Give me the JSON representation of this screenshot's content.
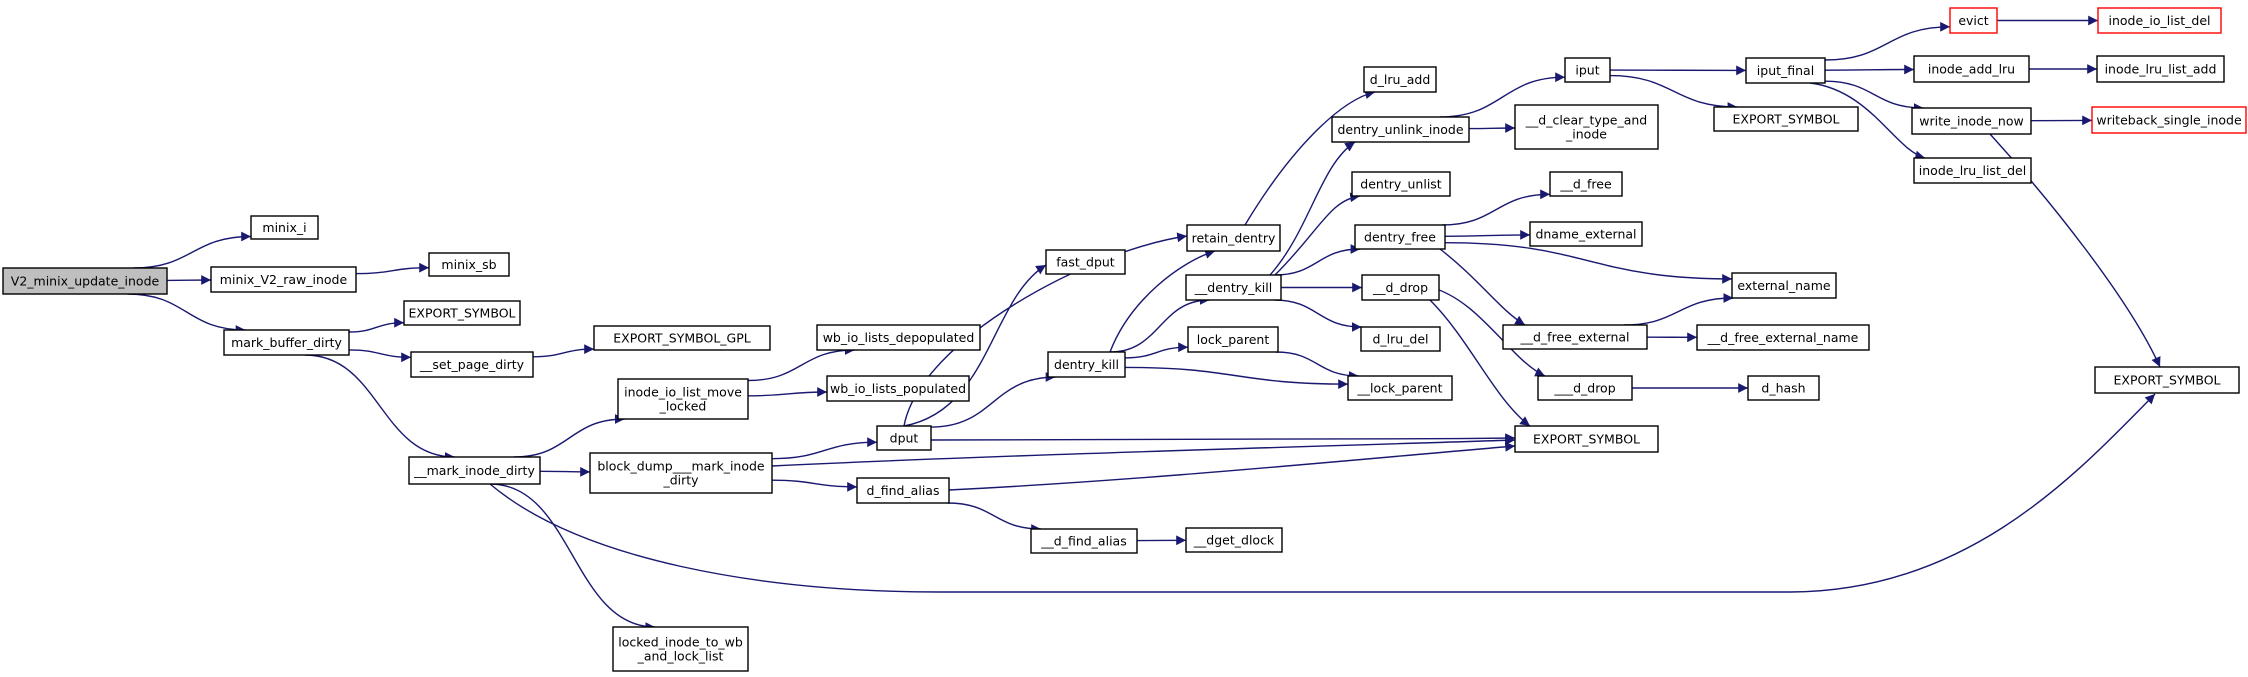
{
  "colors": {
    "edge": "#191970",
    "node_border": "#000000",
    "node_fill": "#ffffff",
    "root_fill": "#bfbfbf",
    "truncated_border": "#ff0000"
  },
  "nodes": [
    {
      "id": "v2",
      "lines": [
        "V2_minix_update_inode"
      ],
      "style": "root"
    },
    {
      "id": "minix_i",
      "lines": [
        "minix_i"
      ]
    },
    {
      "id": "minix_v2_raw",
      "lines": [
        "minix_V2_raw_inode"
      ]
    },
    {
      "id": "minix_sb",
      "lines": [
        "minix_sb"
      ]
    },
    {
      "id": "mark_buffer_dirty",
      "lines": [
        "mark_buffer_dirty"
      ]
    },
    {
      "id": "es_a",
      "lines": [
        "EXPORT_SYMBOL"
      ]
    },
    {
      "id": "set_page_dirty",
      "lines": [
        "__set_page_dirty"
      ]
    },
    {
      "id": "es_gpl",
      "lines": [
        "EXPORT_SYMBOL_GPL"
      ]
    },
    {
      "id": "mark_inode_dirty",
      "lines": [
        "__mark_inode_dirty"
      ]
    },
    {
      "id": "inode_io_list_move",
      "lines": [
        "inode_io_list_move",
        "_locked"
      ]
    },
    {
      "id": "wb_depop",
      "lines": [
        "wb_io_lists_depopulated"
      ]
    },
    {
      "id": "wb_pop",
      "lines": [
        "wb_io_lists_populated"
      ]
    },
    {
      "id": "block_dump",
      "lines": [
        "block_dump___mark_inode",
        "_dirty"
      ]
    },
    {
      "id": "locked_inode",
      "lines": [
        "locked_inode_to_wb",
        "_and_lock_list"
      ]
    },
    {
      "id": "dput",
      "lines": [
        "dput"
      ]
    },
    {
      "id": "fast_dput",
      "lines": [
        "fast_dput"
      ]
    },
    {
      "id": "dentry_kill",
      "lines": [
        "dentry_kill"
      ]
    },
    {
      "id": "d_find_alias",
      "lines": [
        "d_find_alias"
      ]
    },
    {
      "id": "__d_find_alias",
      "lines": [
        "__d_find_alias"
      ]
    },
    {
      "id": "dget_dlock",
      "lines": [
        "__dget_dlock"
      ]
    },
    {
      "id": "retain_dentry",
      "lines": [
        "retain_dentry"
      ]
    },
    {
      "id": "__dentry_kill",
      "lines": [
        "__dentry_kill"
      ]
    },
    {
      "id": "lock_parent",
      "lines": [
        "lock_parent"
      ]
    },
    {
      "id": "__lock_parent",
      "lines": [
        "__lock_parent"
      ]
    },
    {
      "id": "d_lru_add",
      "lines": [
        "d_lru_add"
      ]
    },
    {
      "id": "dentry_unlink_inode",
      "lines": [
        "dentry_unlink_inode"
      ]
    },
    {
      "id": "d_clear_type",
      "lines": [
        "__d_clear_type_and",
        "_inode"
      ]
    },
    {
      "id": "dentry_unlist",
      "lines": [
        "dentry_unlist"
      ]
    },
    {
      "id": "dentry_free",
      "lines": [
        "dentry_free"
      ]
    },
    {
      "id": "__d_drop",
      "lines": [
        "__d_drop"
      ]
    },
    {
      "id": "d_lru_del",
      "lines": [
        "d_lru_del"
      ]
    },
    {
      "id": "___d_drop",
      "lines": [
        "___d_drop"
      ]
    },
    {
      "id": "es_b",
      "lines": [
        "EXPORT_SYMBOL"
      ]
    },
    {
      "id": "__d_free",
      "lines": [
        "__d_free"
      ]
    },
    {
      "id": "dname_external",
      "lines": [
        "dname_external"
      ]
    },
    {
      "id": "external_name",
      "lines": [
        "external_name"
      ]
    },
    {
      "id": "__d_free_external",
      "lines": [
        "__d_free_external"
      ]
    },
    {
      "id": "__d_free_external_name",
      "lines": [
        "__d_free_external_name"
      ]
    },
    {
      "id": "d_hash",
      "lines": [
        "d_hash"
      ]
    },
    {
      "id": "iput",
      "lines": [
        "iput"
      ]
    },
    {
      "id": "iput_final",
      "lines": [
        "iput_final"
      ]
    },
    {
      "id": "es_c",
      "lines": [
        "EXPORT_SYMBOL"
      ]
    },
    {
      "id": "evict",
      "lines": [
        "evict"
      ],
      "style": "truncated"
    },
    {
      "id": "inode_io_list_del",
      "lines": [
        "inode_io_list_del"
      ],
      "style": "truncated"
    },
    {
      "id": "inode_add_lru",
      "lines": [
        "inode_add_lru"
      ]
    },
    {
      "id": "inode_lru_list_add",
      "lines": [
        "inode_lru_list_add"
      ]
    },
    {
      "id": "write_inode_now",
      "lines": [
        "write_inode_now"
      ]
    },
    {
      "id": "writeback_single_inode",
      "lines": [
        "writeback_single_inode"
      ],
      "style": "truncated"
    },
    {
      "id": "inode_lru_list_del",
      "lines": [
        "inode_lru_list_del"
      ]
    },
    {
      "id": "es_d",
      "lines": [
        "EXPORT_SYMBOL"
      ]
    }
  ],
  "edges": [
    [
      "v2",
      "minix_i"
    ],
    [
      "v2",
      "minix_v2_raw"
    ],
    [
      "v2",
      "mark_buffer_dirty"
    ],
    [
      "minix_v2_raw",
      "minix_sb"
    ],
    [
      "mark_buffer_dirty",
      "es_a"
    ],
    [
      "mark_buffer_dirty",
      "set_page_dirty"
    ],
    [
      "mark_buffer_dirty",
      "mark_inode_dirty"
    ],
    [
      "set_page_dirty",
      "es_gpl"
    ],
    [
      "mark_inode_dirty",
      "inode_io_list_move"
    ],
    [
      "mark_inode_dirty",
      "block_dump"
    ],
    [
      "mark_inode_dirty",
      "locked_inode"
    ],
    [
      "mark_inode_dirty",
      "es_d"
    ],
    [
      "inode_io_list_move",
      "wb_depop"
    ],
    [
      "inode_io_list_move",
      "wb_pop"
    ],
    [
      "block_dump",
      "dput"
    ],
    [
      "block_dump",
      "d_find_alias"
    ],
    [
      "block_dump",
      "es_b"
    ],
    [
      "dput",
      "fast_dput"
    ],
    [
      "dput",
      "retain_dentry"
    ],
    [
      "dput",
      "dentry_kill"
    ],
    [
      "dput",
      "es_b"
    ],
    [
      "d_find_alias",
      "__d_find_alias"
    ],
    [
      "d_find_alias",
      "es_b"
    ],
    [
      "__d_find_alias",
      "dget_dlock"
    ],
    [
      "dentry_kill",
      "retain_dentry"
    ],
    [
      "dentry_kill",
      "__dentry_kill"
    ],
    [
      "dentry_kill",
      "lock_parent"
    ],
    [
      "dentry_kill",
      "__lock_parent"
    ],
    [
      "lock_parent",
      "__lock_parent"
    ],
    [
      "retain_dentry",
      "d_lru_add"
    ],
    [
      "__dentry_kill",
      "dentry_unlink_inode"
    ],
    [
      "__dentry_kill",
      "dentry_unlist"
    ],
    [
      "__dentry_kill",
      "dentry_free"
    ],
    [
      "__dentry_kill",
      "__d_drop"
    ],
    [
      "__dentry_kill",
      "d_lru_del"
    ],
    [
      "dentry_unlink_inode",
      "iput"
    ],
    [
      "dentry_unlink_inode",
      "d_clear_type"
    ],
    [
      "dentry_free",
      "__d_free"
    ],
    [
      "dentry_free",
      "dname_external"
    ],
    [
      "dentry_free",
      "external_name"
    ],
    [
      "dentry_free",
      "__d_free_external"
    ],
    [
      "__d_drop",
      "___d_drop"
    ],
    [
      "__d_drop",
      "es_b"
    ],
    [
      "___d_drop",
      "d_hash"
    ],
    [
      "__d_free_external",
      "external_name"
    ],
    [
      "__d_free_external",
      "__d_free_external_name"
    ],
    [
      "iput",
      "iput_final"
    ],
    [
      "iput",
      "es_c"
    ],
    [
      "iput_final",
      "evict"
    ],
    [
      "iput_final",
      "inode_add_lru"
    ],
    [
      "iput_final",
      "write_inode_now"
    ],
    [
      "iput_final",
      "inode_lru_list_del"
    ],
    [
      "evict",
      "inode_io_list_del"
    ],
    [
      "inode_add_lru",
      "inode_lru_list_add"
    ],
    [
      "write_inode_now",
      "writeback_single_inode"
    ],
    [
      "write_inode_now",
      "es_d"
    ]
  ]
}
